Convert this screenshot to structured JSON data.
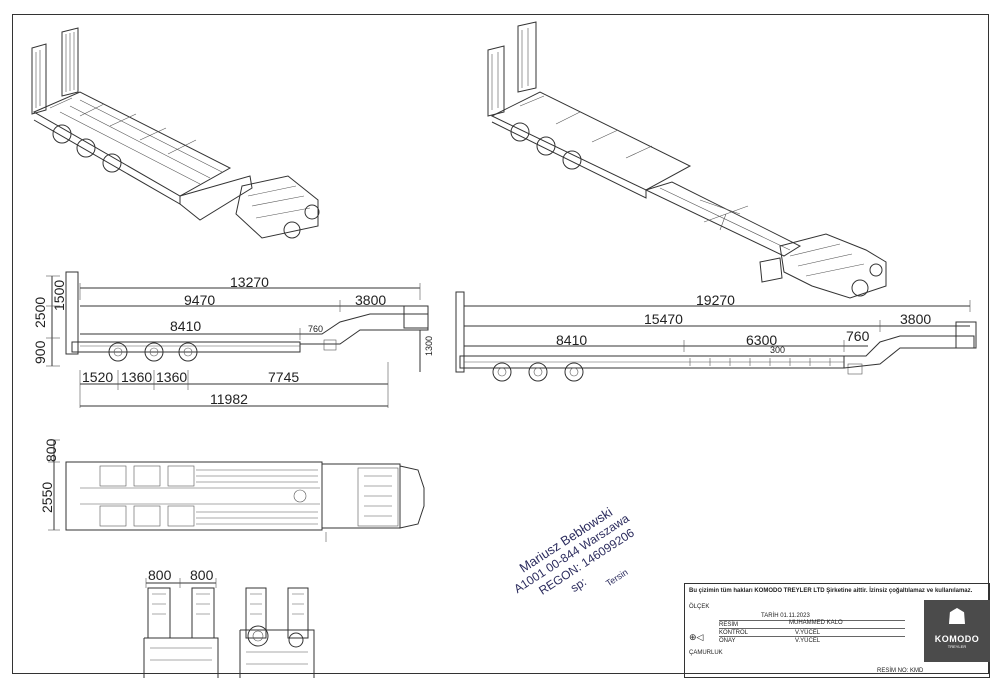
{
  "dimensions": {
    "view1": {
      "overall_length": "13270",
      "deck_9470": "9470",
      "gooseneck_3800": "3800",
      "deck_8410": "8410",
      "step_760": "760",
      "height_1500": "1500",
      "height_2500": "2500",
      "height_900": "900",
      "height_1300": "1300",
      "axle_1520": "1520",
      "axle_1360a": "1360",
      "axle_1360b": "1360",
      "dist_7745": "7745",
      "base_11982": "11982"
    },
    "view2": {
      "overall_length": "19270",
      "deck_15470": "15470",
      "gooseneck_3800": "3800",
      "deck_8410": "8410",
      "ext_6300": "6300",
      "step_760": "760",
      "small_300": "300"
    },
    "plan": {
      "w_800": "800",
      "w_2550": "2550"
    },
    "rear": {
      "ramp_800a": "800",
      "ramp_800b": "800"
    }
  },
  "stamp": {
    "line1": "Mariusz Bebłowski",
    "line2": "A1001 00-844 Warszawa",
    "line3": "REGON: 146099206",
    "line4": "sp:",
    "line5": "Tersin"
  },
  "title_block": {
    "copyright": "Bu çizimin tüm hakları KOMODO TREYLER LTD Şirketine aittir. İzinsiz çoğaltılamaz ve kullanılamaz.",
    "olcek": "ÖLÇEK",
    "tarih": "TARİH  01.11.2023",
    "resim_label": "RESİM",
    "resim_value": "MUHAMMED KALO",
    "kontrol_label": "KONTROL",
    "kontrol_value": "V.YÜCEL",
    "onay_label": "ONAY",
    "onay_value": "V.YÜCEL",
    "camurluk": "ÇAMURLUK",
    "resim_no": "RESİM NO: KMD_"
  },
  "logo": {
    "name": "KOMODO",
    "sub": "TREYLER",
    "icon": "dragon-head-icon"
  }
}
